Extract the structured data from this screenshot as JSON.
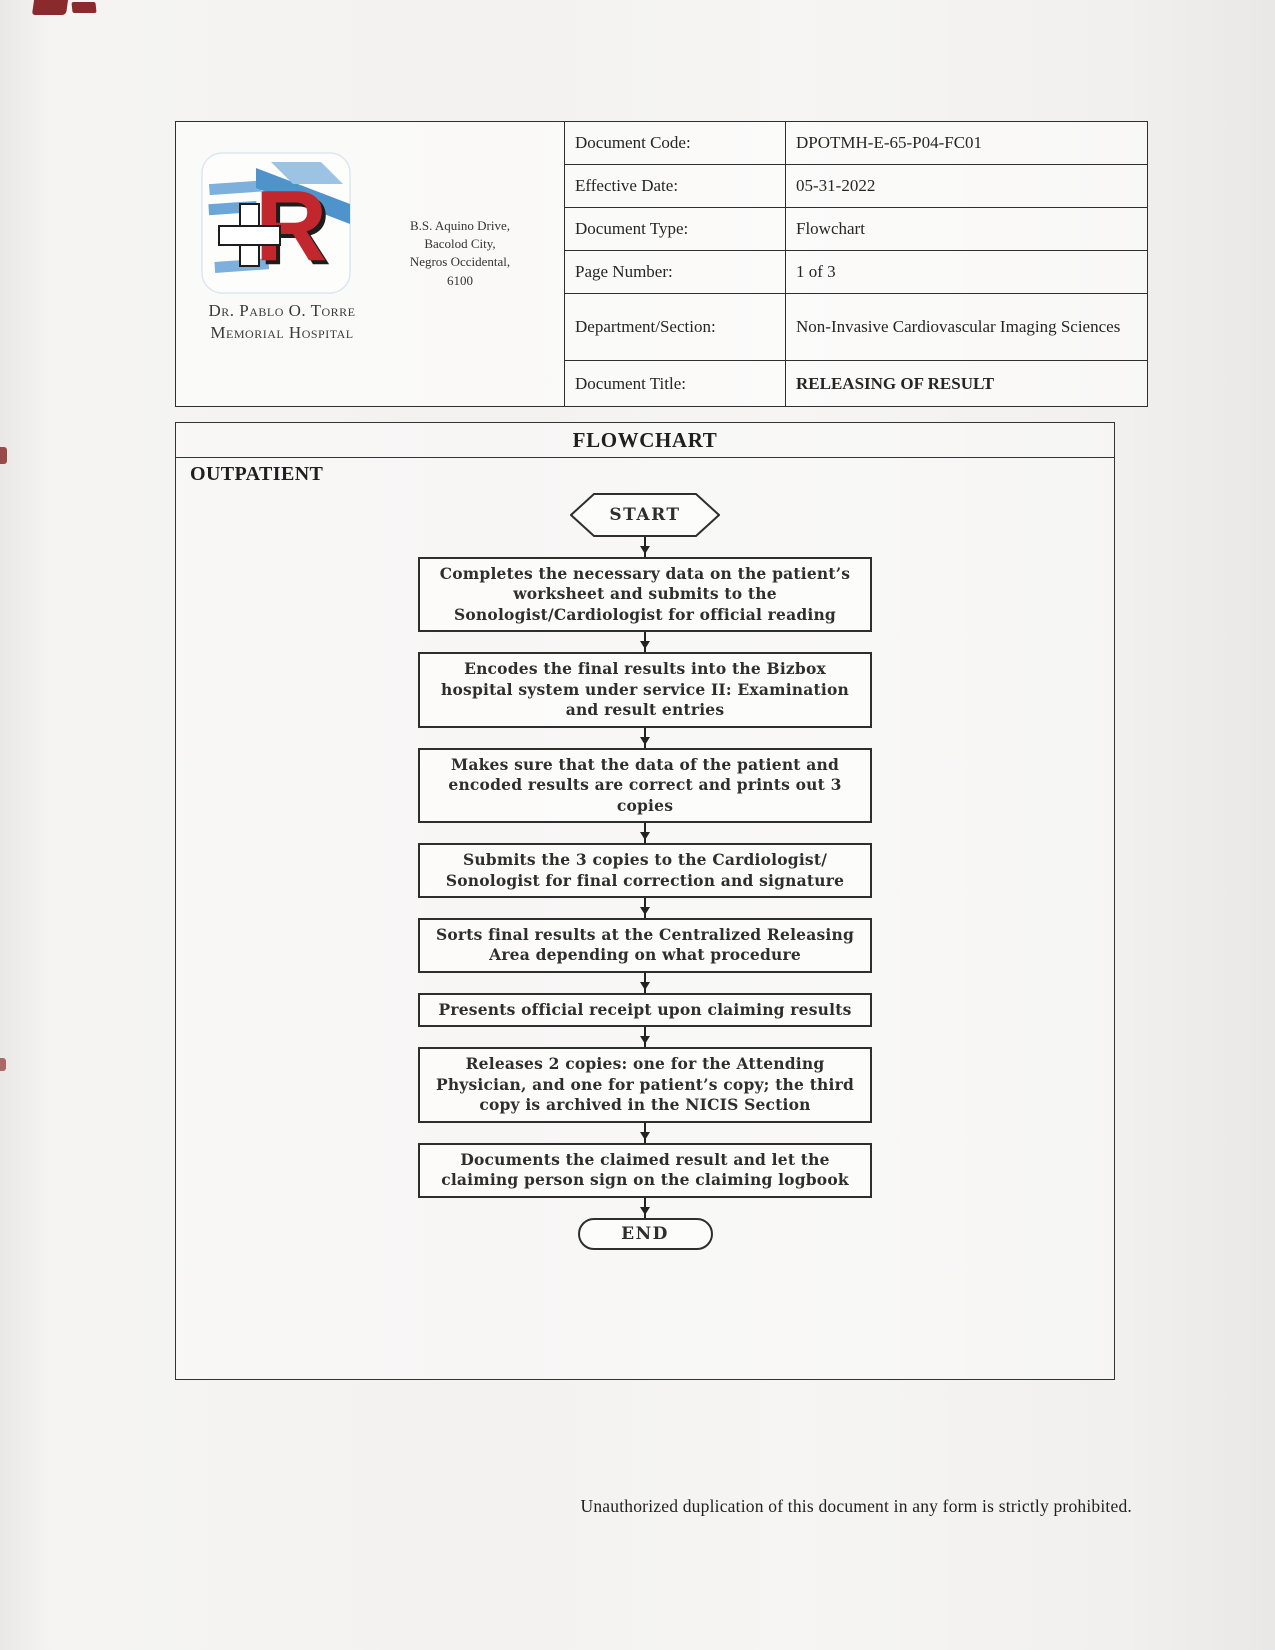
{
  "colors": {
    "ink": "#2b2b2b",
    "logo_red": "#c2272d",
    "logo_blue": "#5b9bd5",
    "artifact_red": "#7e1416"
  },
  "header": {
    "hospital": {
      "name_line1": "Dr. Pablo O. Torre",
      "name_line2": "Memorial Hospital",
      "address": "B.S. Aquino Drive,\nBacolod City,\nNegros Occidental,\n6100"
    },
    "fields": [
      {
        "label": "Document Code:",
        "value": "DPOTMH-E-65-P04-FC01"
      },
      {
        "label": "Effective Date:",
        "value": "05-31-2022"
      },
      {
        "label": "Document Type:",
        "value": "Flowchart"
      },
      {
        "label": "Page Number:",
        "value": "1 of 3"
      },
      {
        "label": "Department/Section:",
        "value": "Non-Invasive Cardiovascular Imaging Sciences"
      },
      {
        "label": "Document Title:",
        "value": "RELEASING OF RESULT"
      }
    ]
  },
  "flowchart": {
    "title": "FLOWCHART",
    "section_label": "OUTPATIENT",
    "start": "START",
    "end": "END",
    "steps": [
      "Completes the necessary data on the patient’s worksheet and submits to the Sonologist/Cardiologist for official reading",
      "Encodes the final results into the Bizbox hospital system under service II: Examination and result entries",
      "Makes sure that the data of the patient and encoded results are correct and prints out 3 copies",
      "Submits the 3 copies to the Cardiologist/ Sonologist for final correction and signature",
      "Sorts final results at the Centralized Releasing Area depending on what procedure",
      "Presents official receipt upon claiming results",
      "Releases 2 copies: one for the Attending Physician, and one for patient’s copy; the third copy is archived in the NICIS Section",
      "Documents the claimed result and let the claiming person sign on the claiming logbook"
    ]
  },
  "footer": {
    "note": "Unauthorized duplication of this document in any form is strictly prohibited."
  }
}
